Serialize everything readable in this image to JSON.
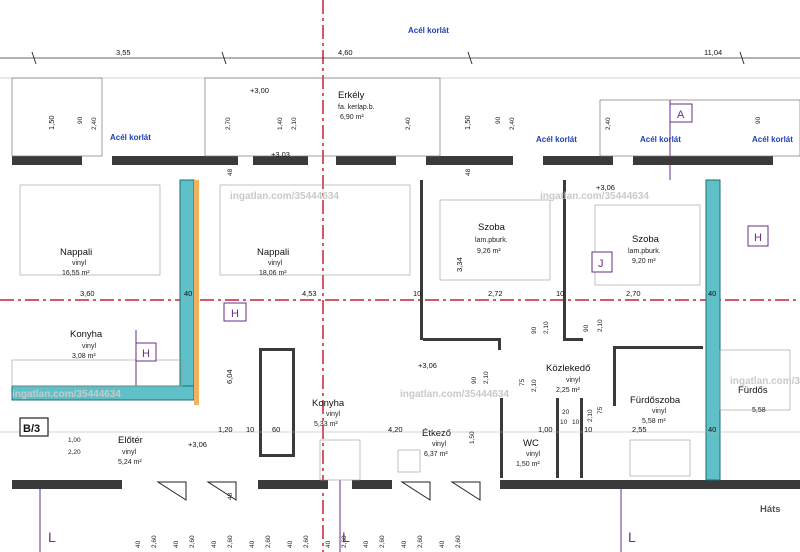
{
  "plan": {
    "rail_label": "Acél korlát",
    "balcony": {
      "name": "Erkély",
      "finish": "fa. kerlap.b.",
      "area": "6,90 m²"
    },
    "level_labels": [
      "+3,00",
      "+3,03",
      "+3,06",
      "+3,06",
      "+3,06"
    ],
    "rooms": [
      {
        "id": "nappali1",
        "name": "Nappali",
        "finish": "vinyl",
        "area": "16,55 m²"
      },
      {
        "id": "nappali2",
        "name": "Nappali",
        "finish": "vinyl",
        "area": "18,06 m²"
      },
      {
        "id": "szoba1",
        "name": "Szoba",
        "finish": "lam.pburk.",
        "area": "9,26 m²"
      },
      {
        "id": "szoba2",
        "name": "Szoba",
        "finish": "lam.pburk.",
        "area": "9,20 m²"
      },
      {
        "id": "konyha1",
        "name": "Konyha",
        "finish": "vinyl",
        "area": "3,08 m²"
      },
      {
        "id": "konyha2",
        "name": "Konyha",
        "finish": "vinyl",
        "area": "5,33 m²"
      },
      {
        "id": "eloter",
        "name": "Előtér",
        "finish": "vinyl",
        "area": "5,24 m²"
      },
      {
        "id": "etkezo",
        "name": "Étkező",
        "finish": "vinyl",
        "area": "6,37 m²"
      },
      {
        "id": "kozlekedo",
        "name": "Közlekedő",
        "finish": "vinyl",
        "area": "2,25 m²"
      },
      {
        "id": "furdoszoba1",
        "name": "Fürdőszoba",
        "finish": "vinyl",
        "area": "5,58 m²"
      },
      {
        "id": "furdoszoba2",
        "name": "Fürdős",
        "finish": "",
        "area": "5,58"
      },
      {
        "id": "wc",
        "name": "WC",
        "finish": "vinyl",
        "area": "1,50 m²"
      }
    ],
    "top_dims": [
      "3,55",
      "4,60",
      "11,04"
    ],
    "axis_dims": [
      "3,60",
      "40",
      "4,53",
      "10",
      "2,72",
      "10",
      "2,70",
      "40"
    ],
    "lower_dims": [
      "1,20",
      "10",
      "60",
      "4,20",
      "1,00",
      "10",
      "2,55",
      "40"
    ],
    "vertical_dims": [
      "1,50",
      "90",
      "2,40",
      "2,70",
      "1,40",
      "2,10",
      "2,40",
      "1,50",
      "90",
      "2,40",
      "2,40",
      "90"
    ],
    "misc_dims": [
      "3,34",
      "6,04",
      "48",
      "48",
      "48",
      "1,00",
      "2,20",
      "90",
      "2,10",
      "75",
      "2,10",
      "20",
      "10",
      "10",
      "2,10",
      "1,50",
      "90",
      "2,10",
      "75",
      "90",
      "2,10"
    ],
    "bottom_dims": [
      "40",
      "2,60",
      "40",
      "2,60",
      "40",
      "2,60",
      "40",
      "2,60",
      "40",
      "2,60",
      "40",
      "2,60",
      "40",
      "2,60",
      "40",
      "2,60",
      "40",
      "2,60"
    ],
    "tags": {
      "a": "A",
      "h": "H",
      "j": "J",
      "l": "L",
      "b3": "B/3"
    },
    "corner_text": "Háts",
    "watermark": "ingatlan.com/35444634"
  }
}
